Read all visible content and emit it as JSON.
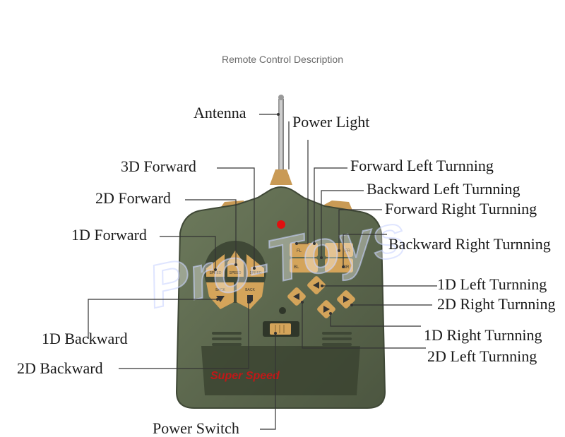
{
  "title": "Remote Control Description",
  "watermark": "Pro-Toys",
  "brand": "Super Speed",
  "labels": {
    "antenna": "Antenna",
    "power_light": "Power Light",
    "forward_3d": "3D Forward",
    "forward_2d": "2D Forward",
    "forward_1d": "1D Forward",
    "backward_1d": "1D Backward",
    "backward_2d": "2D Backward",
    "power_switch": "Power Switch",
    "forward_left_turning": "Forward Left Turnning",
    "backward_left_turning": "Backward Left Turnning",
    "forward_right_turning": "Forward Right Turnning",
    "backward_right_turning": "Backward Right Turnning",
    "left_turning_1d": "1D Left Turnning",
    "right_turning_2d": "2D Right Turnning",
    "right_turning_1d": "1D Right Turnning",
    "left_turning_2d": "2D Left Turnning"
  },
  "buttons": {
    "speed": "SPEED",
    "back": "BACK",
    "fl": "FL",
    "fr": "FR",
    "bl": "BL",
    "br": "BR"
  },
  "colors": {
    "body": "#5f6a4f",
    "body_dark": "#3f4836",
    "button": "#d4a45a",
    "power_light": "#e01010"
  }
}
